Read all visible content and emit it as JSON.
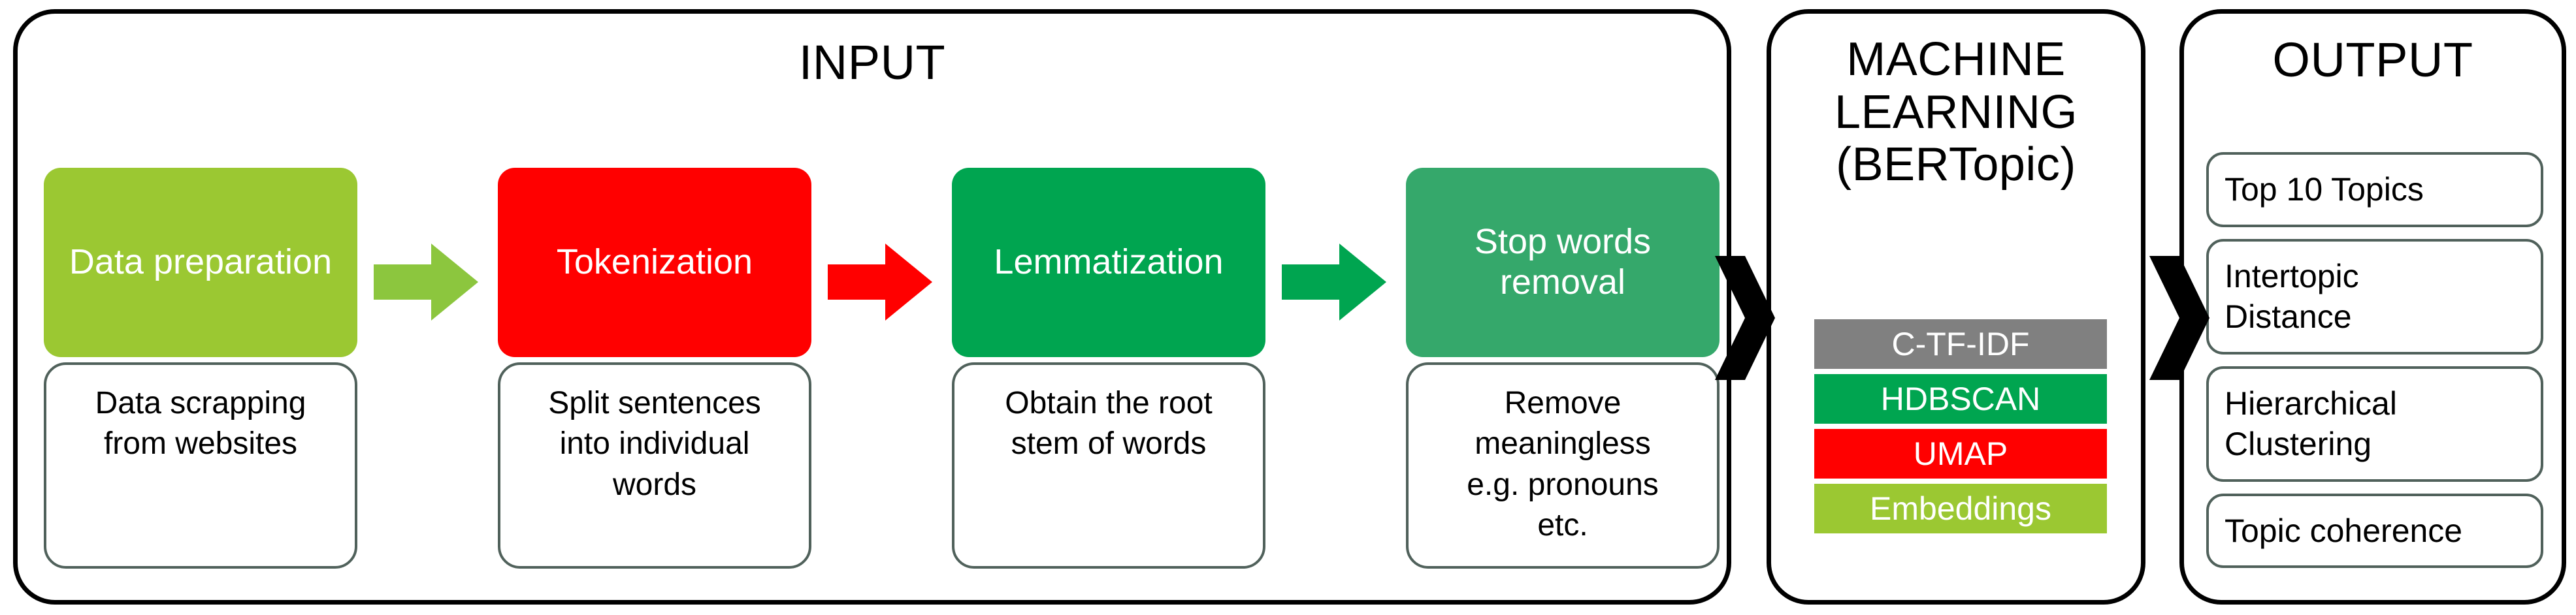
{
  "colors": {
    "panel_border": "#000000",
    "desc_border": "#50615B",
    "light_green": "#9BC832",
    "red": "#FF0000",
    "green": "#00A550",
    "teal_green": "#35A86B",
    "grey": "#808080",
    "white_text": "#FFFFFF",
    "black_text": "#000000"
  },
  "input_panel": {
    "title": "INPUT",
    "stages": [
      {
        "label": "Data preparation",
        "description": "Data scrapping\nfrom websites",
        "color": "#9BC832",
        "arrow_after": {
          "name": "arrow-green",
          "color": "#8CC63E"
        }
      },
      {
        "label": "Tokenization",
        "description": "Split sentences\ninto individual\nwords",
        "color": "#FF0000",
        "arrow_after": {
          "name": "arrow-red",
          "color": "#FF0000"
        }
      },
      {
        "label": "Lemmatization",
        "description": "Obtain the root\nstem of words",
        "color": "#00A550",
        "arrow_after": {
          "name": "arrow-green-dark",
          "color": "#00A550"
        }
      },
      {
        "label": "Stop words\nremoval",
        "description": "Remove\nmeaningless\ne.g. pronouns\netc.",
        "color": "#35A86B",
        "arrow_after": null
      }
    ]
  },
  "ml_panel": {
    "title": "MACHINE\nLEARNING\n(BERTopic)",
    "stack": [
      {
        "label": "C-TF-IDF",
        "color": "#808080"
      },
      {
        "label": "HDBSCAN",
        "color": "#00A550"
      },
      {
        "label": "UMAP",
        "color": "#FF0000"
      },
      {
        "label": "Embeddings",
        "color": "#9BC832"
      }
    ]
  },
  "output_panel": {
    "title": "OUTPUT",
    "items": [
      "Top 10 Topics",
      "Intertopic\nDistance",
      "Hierarchical\nClustering",
      "Topic coherence"
    ]
  },
  "connectors": [
    {
      "name": "chevron-input-to-ml",
      "color": "#000000"
    },
    {
      "name": "chevron-ml-to-output",
      "color": "#000000"
    }
  ]
}
